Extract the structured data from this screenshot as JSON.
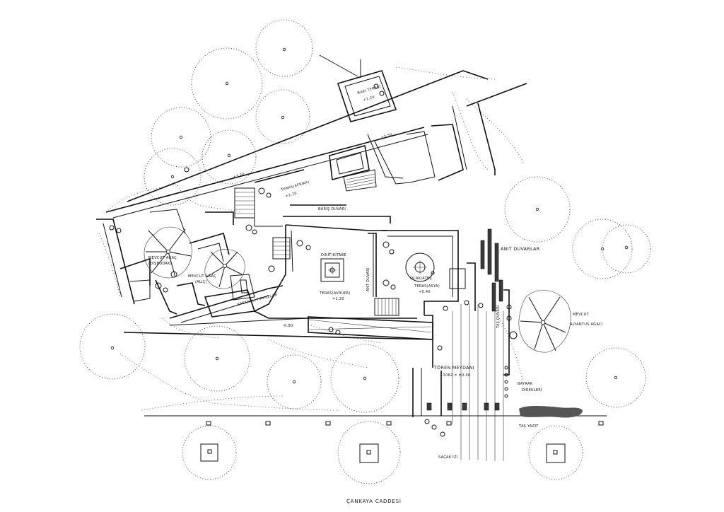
{
  "labels": {
    "baki_terasi": "BAKI TERASI",
    "baki_level": "+1.20",
    "level_350": "+3.50",
    "level_320": "+3.20",
    "teras_afrika": "TERAS(AFRİKA)",
    "teras_afrika_level": "+2.20",
    "baris_duvari": "BARIŞ DUVARI",
    "mevcut_agac_1a": "MEVCUT AĞAÇ",
    "mevcut_agac_1b": "(DIŞBUDAK)",
    "mevcut_agac_2a": "MEVCUT AĞAÇ",
    "mevcut_agac_2b": "(ALIÇ)",
    "dikit_kitabe": "DİKİT/KİTABE",
    "ant_duvari": "ANT DUVARI",
    "teras_avrupa": "TERAS(AVRUPA)",
    "teras_avrupa_level": "+1.20",
    "ocak_ates": "OCAK/ATEŞ",
    "teras_asya": "TERAS(ASYA)",
    "teras_asya_level": "+0.40",
    "kaskadli_havuzlar": "KASKADLI HAVUZLAR",
    "level_080": "-0.80",
    "anit_duvarlar": "ANIT DUVARLAR",
    "tas_duvari": "TAŞ DUVARI",
    "mevcut_alyantus_a": "MEVCUT",
    "mevcut_alyantus_b": "ALYANTUS AĞACI",
    "toren_meydani": "TÖREN MEYDANI",
    "toren_level": "+1062 = ±0.00",
    "bayrak_a": "BAYRAK",
    "bayrak_b": "DİREKLERİ",
    "tas_yazit": "TAŞ YAZIT",
    "sacak_izi": "SAÇAK İZİ",
    "street": "ÇANKAYA CADDESİ"
  }
}
